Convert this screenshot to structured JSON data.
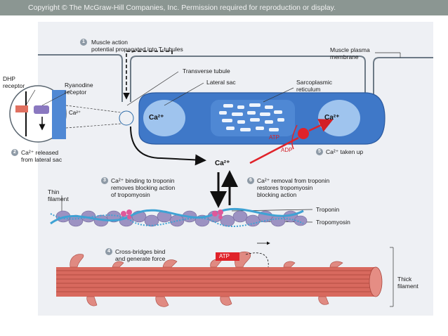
{
  "header": {
    "copyright": "Copyright © The McGraw-Hill Companies, Inc. Permission required for reproduction or display."
  },
  "labels": {
    "dhp_receptor": "DHP\nreceptor",
    "ryanodine_receptor": "Ryanodine\nreceptor",
    "transverse_tubule": "Transverse tubule",
    "lateral_sac": "Lateral sac",
    "sarcoplasmic_reticulum": "Sarcoplasmic\nreticulum",
    "muscle_plasma_membrane": "Muscle plasma\nmembrane",
    "thin_filament": "Thin\nfilament",
    "troponin": "Troponin",
    "tropomyosin": "Tropomyosin",
    "thick_filament": "Thick\nfilament"
  },
  "chemicals": {
    "ca_inset": "Ca²⁺",
    "ca_left_sac": "Ca²⁺",
    "ca_right_sac": "Ca²⁺",
    "ca_cytosol": "Ca²⁺",
    "atp_pump": "ATP",
    "adp_pump": "ADP",
    "atp_crossbridge": "ATP"
  },
  "steps": [
    {
      "number": "1",
      "text": "Muscle action\npotential propagated into T-tubules"
    },
    {
      "number": "2",
      "text": "Ca²⁺ released\nfrom lateral sac"
    },
    {
      "number": "3",
      "text": "Ca²⁺ binding to troponin\nremoves blocking action\nof tropomyosin"
    },
    {
      "number": "4",
      "text": "Cross-bridges bind\nand generate force"
    },
    {
      "number": "5",
      "text": "Ca²⁺ taken up"
    },
    {
      "number": "6",
      "text": "Ca²⁺ removal from troponin\nrestores tropomyosin\nblocking action"
    }
  ],
  "colors": {
    "sr_blue": "#3f78c8",
    "sr_light": "#9fc4ee",
    "pump_red": "#e0232a",
    "actin_purple": "#9c92c2",
    "troponin_pink": "#e0589a",
    "tropomyosin_blue": "#3fa2d4",
    "myosin_red": "#d8695e",
    "crossbridge_pink": "#e08a82"
  }
}
